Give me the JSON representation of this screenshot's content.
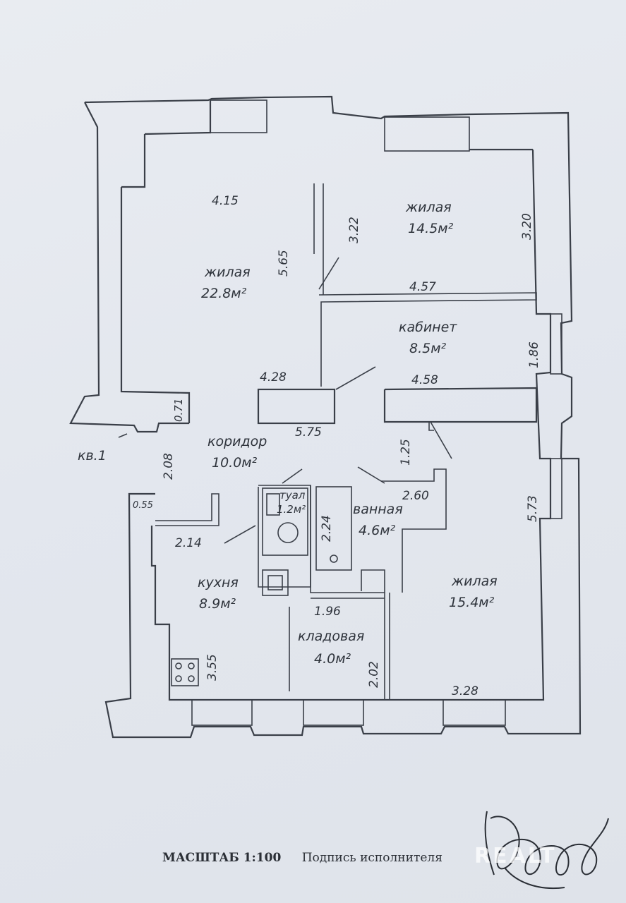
{
  "rooms": {
    "living_large": {
      "name": "жилая",
      "area": "22.8м²"
    },
    "living_top_right": {
      "name": "жилая",
      "area": "14.5м²"
    },
    "study": {
      "name": "кабинет",
      "area": "8.5м²"
    },
    "corridor": {
      "name": "коридор",
      "area": "10.0м²"
    },
    "toilet": {
      "name": "туал",
      "area": "1.2м²"
    },
    "bathroom": {
      "name": "ванная",
      "area": "4.6м²"
    },
    "kitchen": {
      "name": "кухня",
      "area": "8.9м²"
    },
    "storage": {
      "name": "кладовая",
      "area": "4.0м²"
    },
    "living_bottom_right": {
      "name": "жилая",
      "area": "15.4м²"
    }
  },
  "apartment_label": "кв.1",
  "dimensions": {
    "d_415": "4.15",
    "d_565": "5.65",
    "d_322": "3.22",
    "d_320": "3.20",
    "d_457": "4.57",
    "d_186": "1.86",
    "d_428": "4.28",
    "d_458": "4.58",
    "d_071": "0.71",
    "d_575": "5.75",
    "d_125": "1.25",
    "d_208": "2.08",
    "d_260": "2.60",
    "d_055": "0.55",
    "d_224": "2.24",
    "d_573": "5.73",
    "d_214": "2.14",
    "d_196": "1.96",
    "d_355": "3.55",
    "d_202": "2.02",
    "d_328": "3.28"
  },
  "footer": {
    "scale": "МАСШТАБ 1:100",
    "signature_label": "Подпись исполнителя"
  },
  "watermark": "REALT",
  "colors": {
    "background": "#e5e8ee",
    "ink": "#3a3f48"
  }
}
